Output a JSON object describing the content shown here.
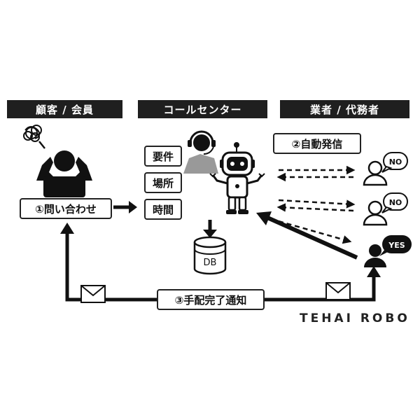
{
  "headers": {
    "customer": "顧客 / 会員",
    "callcenter": "コールセンター",
    "vendor": "業者 / 代務者"
  },
  "steps": {
    "inquiry": "①問い合わせ",
    "auto_call": "②自動発信",
    "notify": "③手配完了通知"
  },
  "request_items": [
    "要件",
    "場所",
    "時間"
  ],
  "db_label": "DB",
  "replies": [
    "NO",
    "NO",
    "YES"
  ],
  "brand": "TEHAI ROBO"
}
